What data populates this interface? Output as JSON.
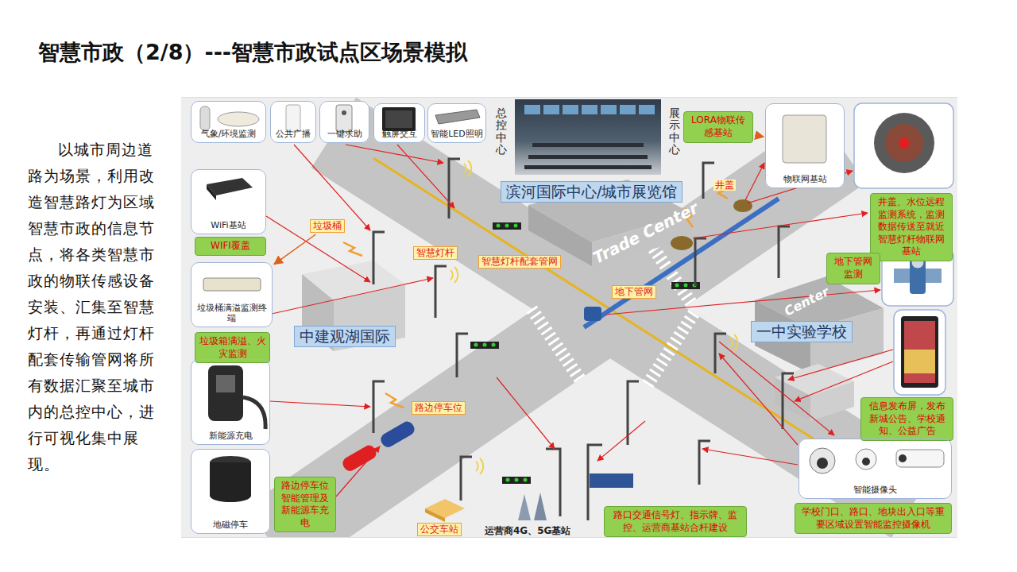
{
  "diagram": {
    "title": "智慧市政（2/8）---智慧市政试点区场景模拟",
    "nodes": [
      {
        "text": [
          "气象/环境监测"
        ]
      },
      {
        "text": [
          "公共广播"
        ]
      },
      {
        "text": [
          "一键求助"
        ]
      },
      {
        "text": [
          "触屏交互"
        ]
      },
      {
        "text": [
          "智能LED照明"
        ]
      },
      {
        "text": [
          "滨河国际中心/城市展览馆"
        ]
      },
      {
        "text": [
          "LORA物联传感基站"
        ]
      },
      {
        "text": [
          "物联网基站"
        ]
      },
      {
        "text": [
          "井盖、水位远程监测系统，监测数据传送至就近智慧灯杆物联网基站"
        ]
      },
      {
        "text": [
          "WiFi基站"
        ]
      },
      {
        "text": [
          "WIFI覆盖"
        ]
      },
      {
        "text": [
          "垃圾桶"
        ]
      },
      {
        "text": [
          "智慧灯杆"
        ]
      },
      {
        "text": [
          "智慧灯杆配套管网"
        ]
      },
      {
        "text": [
          "地下管网监测"
        ]
      },
      {
        "text": [
          "地下管网"
        ]
      },
      {
        "text": [
          "垃圾桶满溢监测终端"
        ]
      },
      {
        "text": [
          "中建观湖国际"
        ]
      },
      {
        "text": [
          "一中实验学校"
        ]
      },
      {
        "text": [
          "垃圾箱满溢、火灾监测"
        ]
      },
      {
        "text": [
          "信息发布屏，发布新城公告、学校通知、公益广告"
        ]
      },
      {
        "text": [
          "新能源充电"
        ]
      },
      {
        "text": [
          "路边停车位"
        ]
      },
      {
        "text": [
          "智能摄像头"
        ]
      },
      {
        "text": [
          "地磁停车"
        ]
      },
      {
        "text": [
          "路边停车位智能管理及新能源车充电"
        ]
      },
      {
        "text": [
          "公交车站"
        ]
      },
      {
        "text": [
          "路口交通信号灯、指示牌、监控、运营商基站合杆建设"
        ]
      },
      {
        "text": [
          "学校门口、路口、地块出入口等重要区域设置智能监控摄像机"
        ]
      }
    ],
    "edges": [
      {
        "from": 6,
        "to": 7,
        "arrow": "to"
      },
      {
        "from": 11,
        "to": 16,
        "arrow": "to"
      }
    ],
    "labels": [
      "以城市周边道路为场景，利用改造智慧路灯为区域智慧市政的信息节点，将各类智慧市政的物联传感设备安装、汇集至智慧灯杆，再通过灯杆配套传输管网将所有数据汇聚至城市内的总控中心，进行可视化集中展现。",
      "总控中心",
      "展示中心",
      "井盖",
      "Trade Center",
      "Center",
      "运营商4G、5G基站"
    ]
  }
}
